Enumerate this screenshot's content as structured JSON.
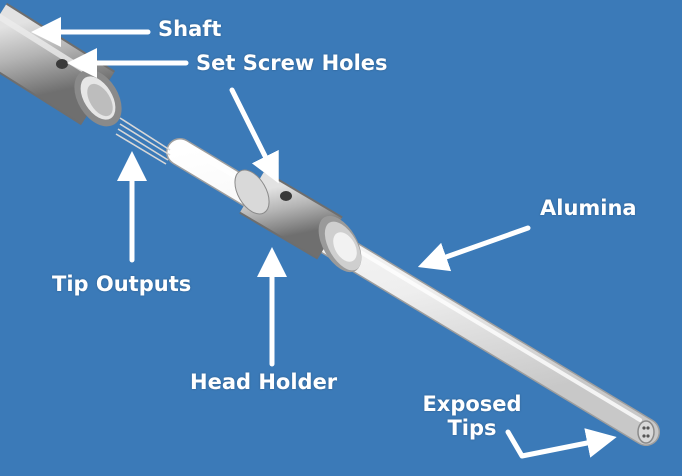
{
  "labels": {
    "shaft": "Shaft",
    "set_screw_holes": "Set Screw Holes",
    "alumina": "Alumina",
    "tip_outputs": "Tip Outputs",
    "head_holder": "Head Holder",
    "exposed_tips_line1": "Exposed",
    "exposed_tips_line2": "Tips"
  },
  "colors": {
    "background": "#3b7ab8",
    "label_text": "#ffffff",
    "metal": "#a8a8a8",
    "ceramic": "#f4f4f4"
  }
}
